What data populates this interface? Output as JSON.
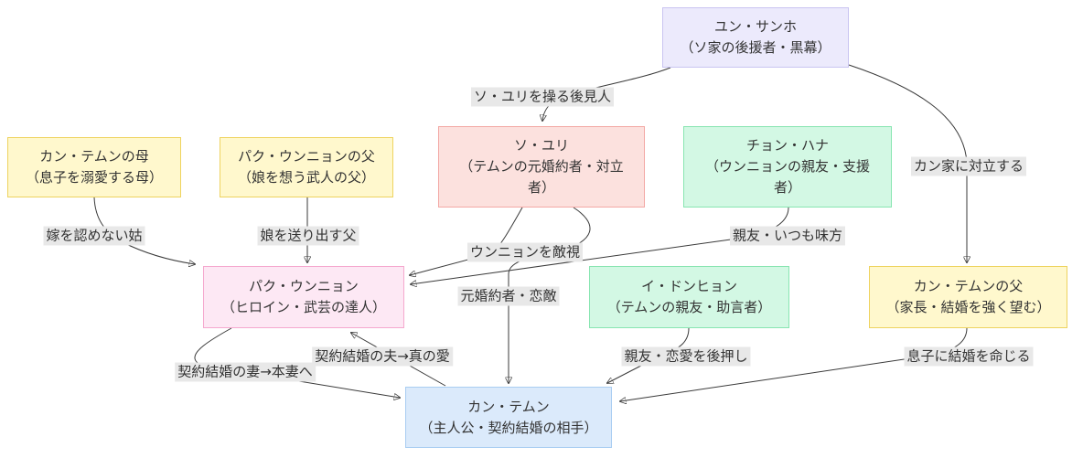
{
  "diagram": {
    "type": "character-relationship-flowchart",
    "background": "#ffffff",
    "colors": {
      "edge_line": "#3a3a3a",
      "edge_label_bg": "#e8e8e8",
      "text": "#333333"
    },
    "nodes": [
      {
        "id": "yun-sangho",
        "name": "ユン・サンホ",
        "role": "（ソ家の後援者・黒幕）",
        "fill": "#eceafc",
        "border": "#c9c4f1"
      },
      {
        "id": "kang-mother",
        "name": "カン・テムンの母",
        "role": "（息子を溺愛する母）",
        "fill": "#fff8cd",
        "border": "#eed35f"
      },
      {
        "id": "park-father",
        "name": "パク・ウンニョンの父",
        "role": "（娘を想う武人の父）",
        "fill": "#fff8cd",
        "border": "#eed35f"
      },
      {
        "id": "seo-yuri",
        "name": "ソ・ユリ",
        "role": "（テムンの元婚約者・対立者）",
        "fill": "#fce1de",
        "border": "#f3a8a4"
      },
      {
        "id": "jung-hana",
        "name": "チョン・ハナ",
        "role": "（ウンニョンの親友・支援者）",
        "fill": "#d3f8e4",
        "border": "#88e5b1"
      },
      {
        "id": "park-eunnyeon",
        "name": "パク・ウンニョン",
        "role": "（ヒロイン・武芸の達人）",
        "fill": "#fde8f4",
        "border": "#f5a8ce"
      },
      {
        "id": "lee-donghyun",
        "name": "イ・ドンヒョン",
        "role": "（テムンの親友・助言者）",
        "fill": "#d3f8e4",
        "border": "#88e5b1"
      },
      {
        "id": "kang-father",
        "name": "カン・テムンの父",
        "role": "（家長・結婚を強く望む）",
        "fill": "#fff8cd",
        "border": "#eed35f"
      },
      {
        "id": "kang-taemun",
        "name": "カン・テムン",
        "role": "（主人公・契約結婚の相手）",
        "fill": "#dbeafb",
        "border": "#a9cdf2"
      }
    ],
    "edges": [
      {
        "from": "ユン・サンホ",
        "to": "ソ・ユリ",
        "label": "ソ・ユリを操る後見人"
      },
      {
        "from": "ユン・サンホ",
        "to": "カン・テムンの父",
        "label": "カン家に対立する"
      },
      {
        "from": "カン・テムンの母",
        "to": "パク・ウンニョン",
        "label": "嫁を認めない姑"
      },
      {
        "from": "パク・ウンニョンの父",
        "to": "パク・ウンニョン",
        "label": "娘を送り出す父"
      },
      {
        "from": "ソ・ユリ",
        "to": "パク・ウンニョン",
        "label": "ウンニョンを敵視"
      },
      {
        "from": "ソ・ユリ",
        "to": "カン・テムン",
        "label": "元婚約者・恋敵"
      },
      {
        "from": "チョン・ハナ",
        "to": "パク・ウンニョン",
        "label": "親友・いつも味方"
      },
      {
        "from": "イ・ドンヒョン",
        "to": "カン・テムン",
        "label": "親友・恋愛を後押し"
      },
      {
        "from": "カン・テムンの父",
        "to": "カン・テムン",
        "label": "息子に結婚を命じる"
      },
      {
        "from": "カン・テムン",
        "to": "パク・ウンニョン",
        "label": "契約結婚の夫→真の愛"
      },
      {
        "from": "パク・ウンニョン",
        "to": "カン・テムン",
        "label": "契約結婚の妻→本妻へ"
      }
    ]
  }
}
